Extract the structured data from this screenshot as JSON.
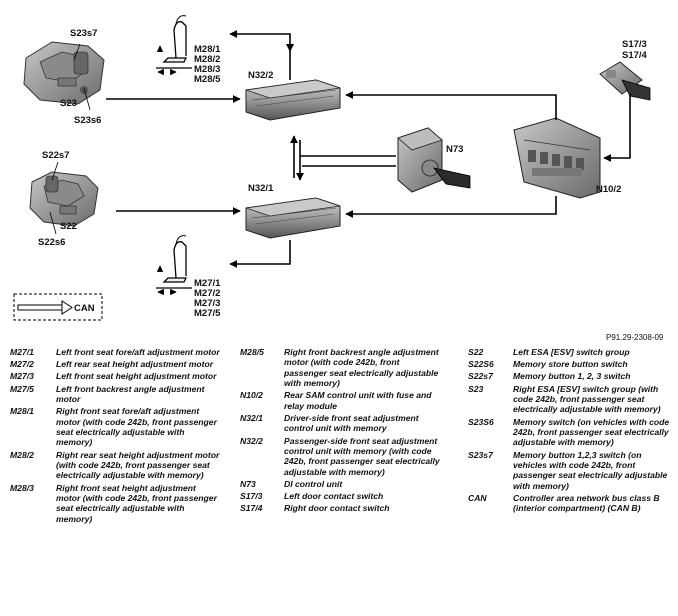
{
  "diagram": {
    "labels": {
      "s23s7": "S23s7",
      "s23": "S23",
      "s23s6": "S23s6",
      "s22s7": "S22s7",
      "s22": "S22",
      "s22s6": "S22s6",
      "m28_1": "M28/1",
      "m28_2": "M28/2",
      "m28_3": "M28/3",
      "m28_5": "M28/5",
      "m27_1": "M27/1",
      "m27_2": "M27/2",
      "m27_3": "M27/3",
      "m27_5": "M27/5",
      "n32_2": "N32/2",
      "n32_1": "N32/1",
      "n73": "N73",
      "n10_2": "N10/2",
      "s17_3": "S17/3",
      "s17_4": "S17/4",
      "can": "CAN"
    },
    "figure_ref": "P91.29-2308-09"
  },
  "legend": {
    "col1": [
      {
        "code": "M27/1",
        "desc": "Left front seat fore/aft adjustment motor"
      },
      {
        "code": "M27/2",
        "desc": "Left rear seat height adjustment motor"
      },
      {
        "code": "M27/3",
        "desc": "Left front seat height adjustment motor"
      },
      {
        "code": "M27/5",
        "desc": "Left front backrest angle adjustment motor"
      },
      {
        "code": "M28/1",
        "desc": "Right front seat fore/aft adjustment motor (with code 242b, front passenger seat electrically adjustable with memory)"
      },
      {
        "code": "M28/2",
        "desc": "Right rear seat height adjustment motor (with code 242b, front passenger seat electrically adjustable with memory)"
      },
      {
        "code": "M28/3",
        "desc": "Right front seat height adjustment motor (with code 242b, front passenger seat electrically adjustable with memory)"
      }
    ],
    "col2": [
      {
        "code": "M28/5",
        "desc": "Right front backrest angle adjustment motor (with code 242b, front passenger seat electrically adjustable with memory)"
      },
      {
        "code": "N10/2",
        "desc": "Rear SAM control unit with fuse and relay module"
      },
      {
        "code": "N32/1",
        "desc": "Driver-side front seat adjustment control unit with memory"
      },
      {
        "code": "N32/2",
        "desc": "Passenger-side front seat adjustment control unit with memory (with code 242b, front passenger seat electrically adjustable with memory)"
      },
      {
        "code": "N73",
        "desc": "DI control unit"
      },
      {
        "code": "S17/3",
        "desc": "Left door contact switch"
      },
      {
        "code": "S17/4",
        "desc": "Right door contact switch"
      }
    ],
    "col3": [
      {
        "code": "S22",
        "desc": "Left ESA [ESV] switch group"
      },
      {
        "code": "S22S6",
        "desc": "Memory store button switch"
      },
      {
        "code": "S22s7",
        "desc": "Memory button 1, 2, 3 switch"
      },
      {
        "code": "S23",
        "desc": "Right ESA [ESV] switch group (with code 242b, front passenger seat electrically adjustable with memory)"
      },
      {
        "code": "S23S6",
        "desc": "Memory switch (on vehicles with code 242b, front passenger seat electrically adjustable with memory)"
      },
      {
        "code": "S23s7",
        "desc": "Memory button 1,2,3 switch (on vehicles with code 242b, front passenger seat electrically adjustable with memory)"
      },
      {
        "code": "CAN",
        "desc": "Controller area network bus class B (interior compartment) (CAN B)"
      }
    ]
  }
}
